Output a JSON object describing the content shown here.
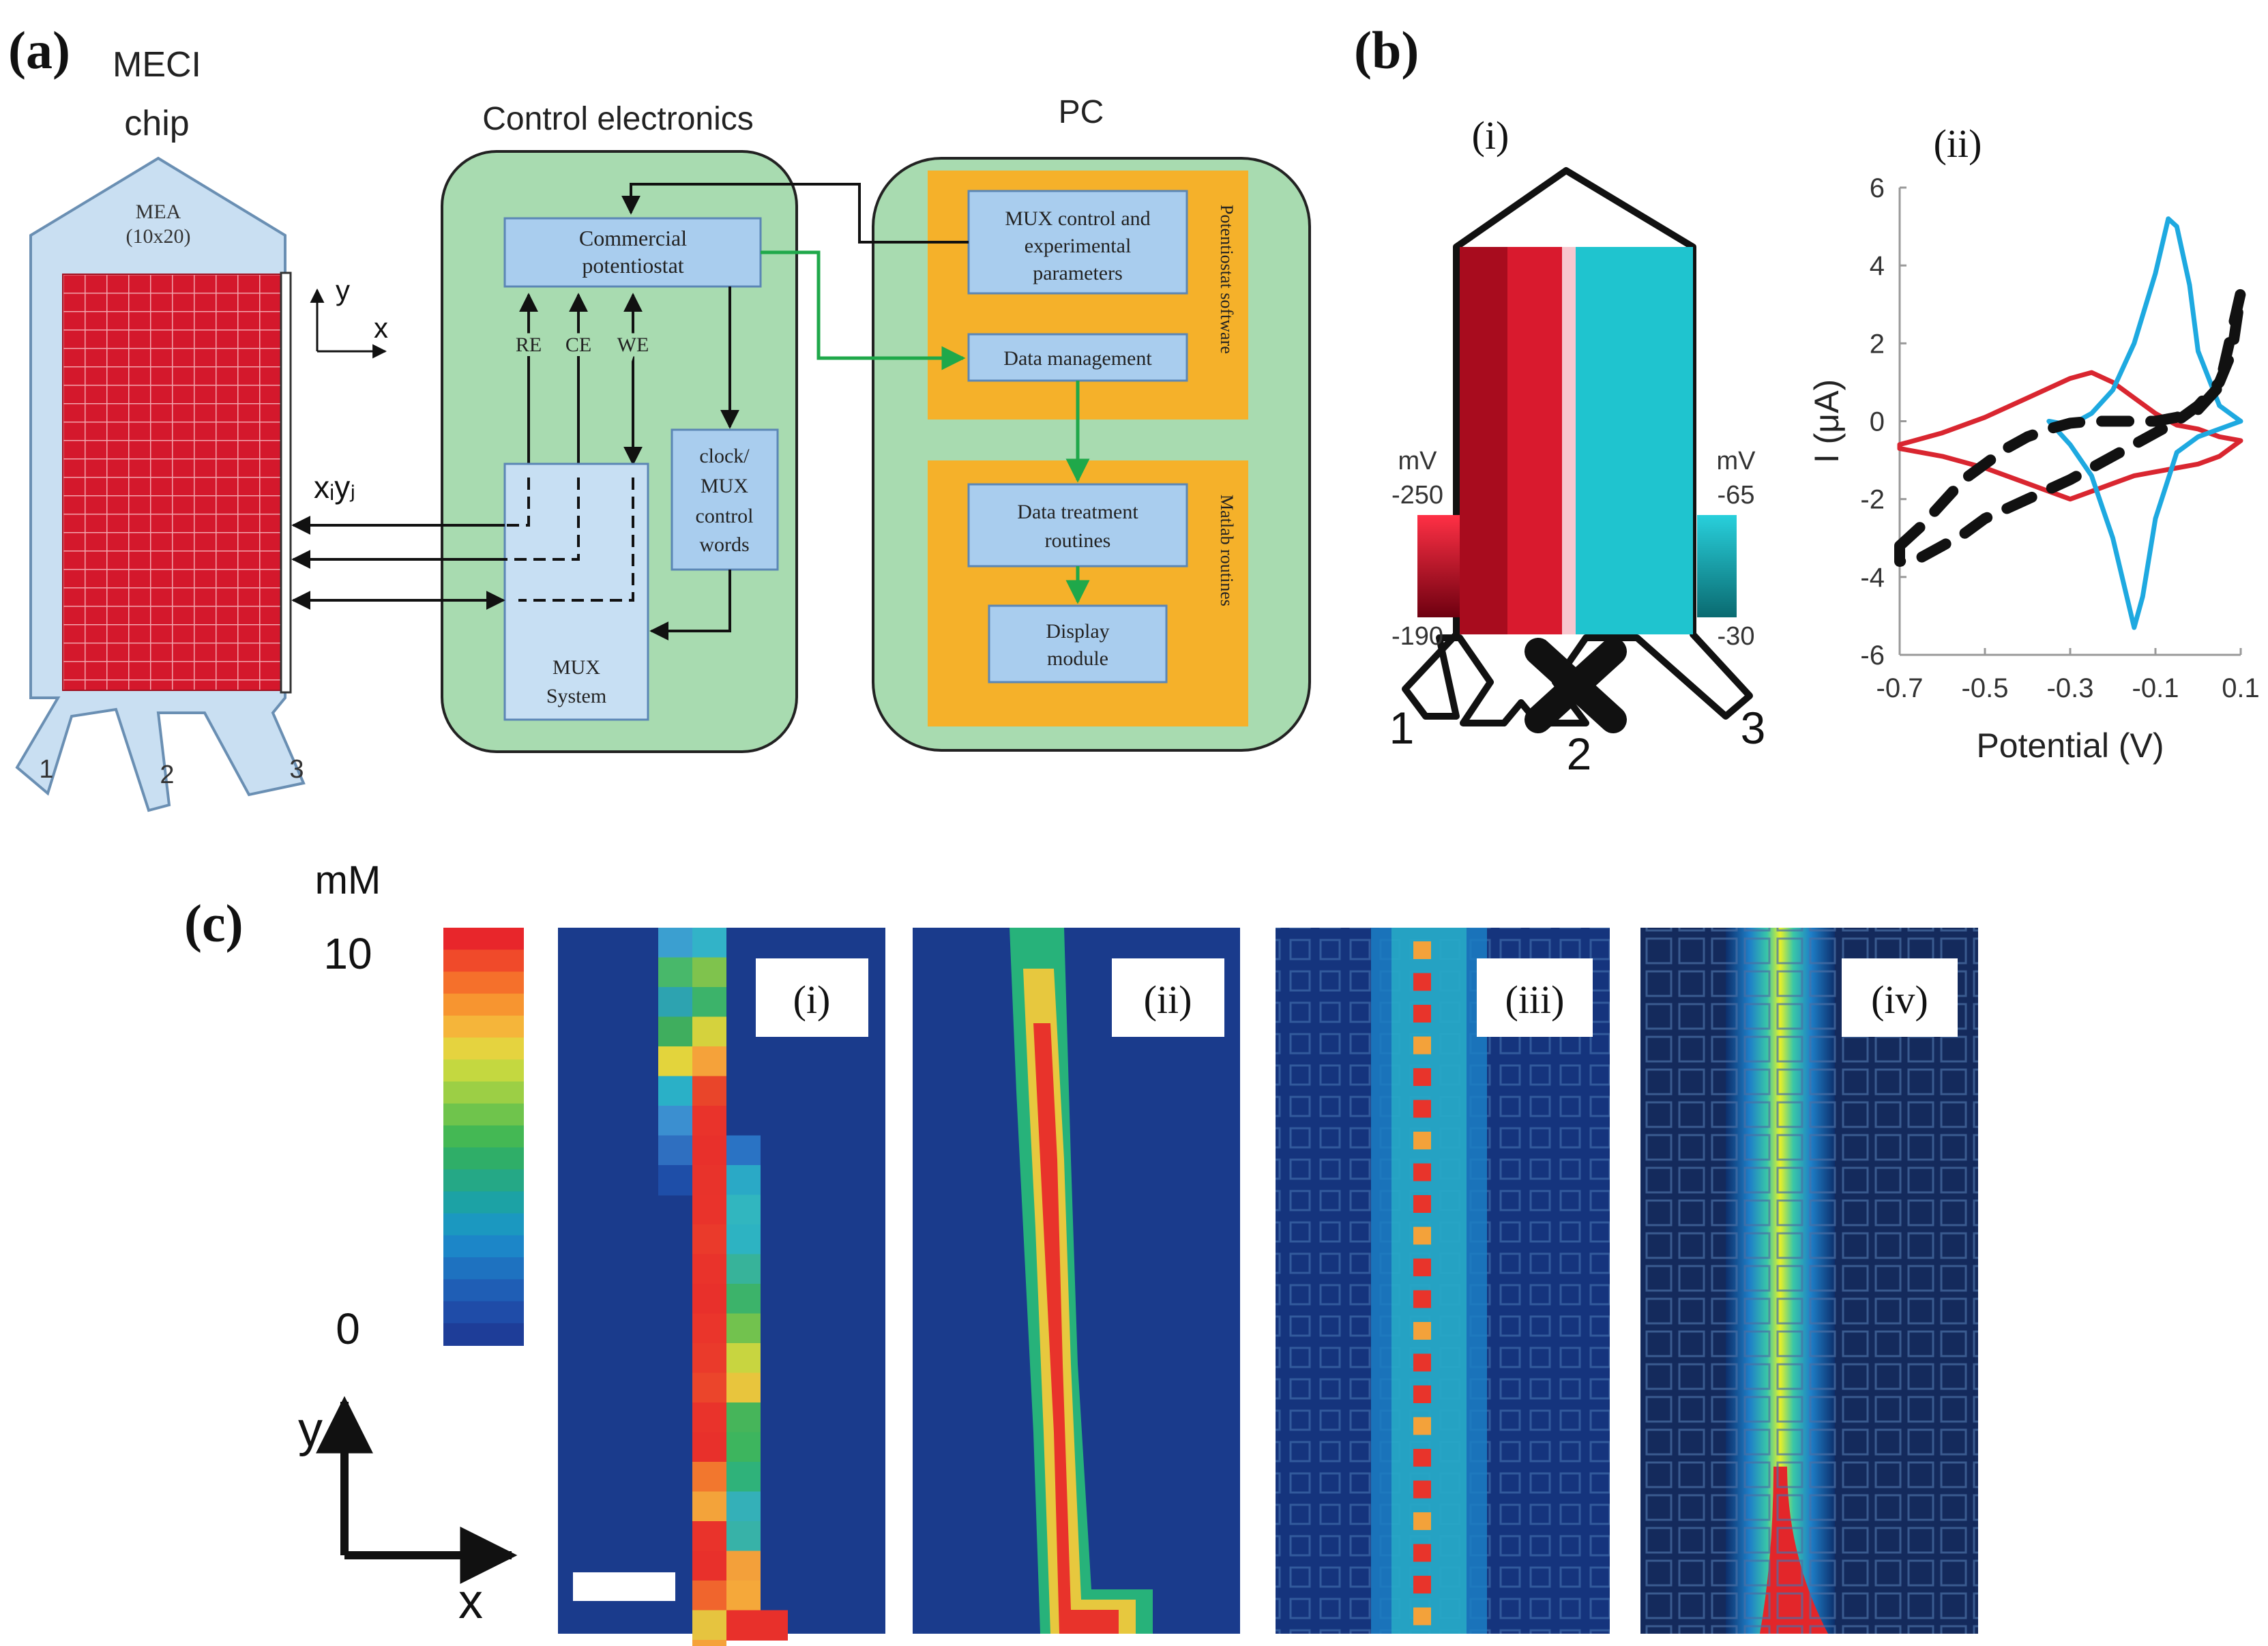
{
  "panels": {
    "a": {
      "label": "(a)",
      "chip_title_line1": "MECI",
      "chip_title_line2": "chip",
      "mea_line1": "MEA",
      "mea_line2": "(10x20)",
      "axis_y": "y",
      "axis_x": "x",
      "xy_label": "xᵢyⱼ",
      "ports": [
        "1",
        "2",
        "3"
      ],
      "control_title": "Control electronics",
      "pc_title": "PC",
      "potentiostat_line1": "Commercial",
      "potentiostat_line2": "potentiostat",
      "electrodes": [
        "RE",
        "CE",
        "WE"
      ],
      "clock_lines": [
        "clock/",
        "MUX",
        "control",
        "words"
      ],
      "mux_line1": "MUX",
      "mux_line2": "System",
      "mux_ctrl_lines": [
        "MUX control and",
        "experimental",
        "parameters"
      ],
      "data_mgmt": "Data management",
      "potentiostat_software": "Potentiostat software",
      "data_treat_line1": "Data treatment",
      "data_treat_line2": "routines",
      "display_line1": "Display",
      "display_line2": "module",
      "matlab_routines": "Matlab routines",
      "colors": {
        "chip": "#c9dff2",
        "grid": "#d4182c",
        "board": "#a8dbb0",
        "orange": "#f5b12a",
        "box": "#a9cdee",
        "arrow_green": "#1fa84a"
      }
    },
    "b": {
      "label": "(b)",
      "sub_i": "(i)",
      "sub_ii": "(ii)",
      "left_scale": {
        "unit": "mV",
        "top": "-250",
        "bottom": "-190"
      },
      "right_scale": {
        "unit": "mV",
        "top": "-65",
        "bottom": "-30"
      },
      "ports": [
        "1",
        "2",
        "3"
      ],
      "colors": {
        "red": "#e0172e",
        "cyan": "#1fc4cf"
      }
    },
    "c": {
      "label": "(c)",
      "unit": "mM",
      "scale_max": "10",
      "scale_min": "0",
      "axis_y": "y",
      "axis_x": "x",
      "subpanels": [
        "(i)",
        "(ii)",
        "(iii)",
        "(iv)"
      ]
    }
  },
  "chart_data": {
    "type": "line",
    "xlabel": "Potential (V)",
    "ylabel": "I (μA)",
    "xlim": [
      -0.7,
      0.1
    ],
    "ylim": [
      -6,
      6
    ],
    "xticks": [
      "-0.7",
      "-0.5",
      "-0.3",
      "-0.1",
      "0.1"
    ],
    "yticks": [
      "6",
      "4",
      "2",
      "0",
      "-2",
      "-4",
      "-6"
    ],
    "grid": false,
    "series": [
      {
        "color": "#d92630",
        "style": "solid",
        "x": [
          -0.7,
          -0.6,
          -0.5,
          -0.4,
          -0.3,
          -0.25,
          -0.2,
          -0.15,
          -0.1,
          -0.05,
          0.0,
          0.05,
          0.1,
          0.05,
          0.0,
          -0.05,
          -0.1,
          -0.15,
          -0.2,
          -0.25,
          -0.3,
          -0.35,
          -0.4,
          -0.5,
          -0.6,
          -0.7
        ],
        "y": [
          -0.6,
          -0.3,
          0.1,
          0.6,
          1.1,
          1.25,
          1.0,
          0.6,
          0.2,
          -0.1,
          -0.2,
          -0.4,
          -0.5,
          -0.9,
          -1.1,
          -1.2,
          -1.3,
          -1.4,
          -1.6,
          -1.8,
          -2.0,
          -1.8,
          -1.6,
          -1.2,
          -0.9,
          -0.7
        ]
      },
      {
        "color": "#1ea9e0",
        "style": "solid",
        "x": [
          -0.35,
          -0.3,
          -0.25,
          -0.2,
          -0.15,
          -0.1,
          -0.07,
          -0.05,
          -0.02,
          0.0,
          0.05,
          0.1,
          0.05,
          0.0,
          -0.05,
          -0.1,
          -0.13,
          -0.15,
          -0.2,
          -0.25,
          -0.3,
          -0.35
        ],
        "y": [
          0.0,
          -0.1,
          0.2,
          0.8,
          2.0,
          3.8,
          5.2,
          5.0,
          3.5,
          1.8,
          0.4,
          0.0,
          -0.2,
          -0.4,
          -0.8,
          -2.5,
          -4.5,
          -5.3,
          -3.0,
          -1.4,
          -0.6,
          0.0
        ]
      },
      {
        "color": "#111111",
        "style": "dashed",
        "x": [
          -0.7,
          -0.65,
          -0.6,
          -0.55,
          -0.5,
          -0.45,
          -0.4,
          -0.35,
          -0.3,
          -0.25,
          -0.2,
          -0.15,
          -0.1,
          -0.05,
          0.0,
          0.05,
          0.1,
          0.08,
          0.05,
          0.0,
          -0.05,
          -0.1,
          -0.2,
          -0.3,
          -0.4,
          -0.5,
          -0.55,
          -0.6,
          -0.65,
          -0.7
        ],
        "y": [
          -3.2,
          -2.7,
          -2.1,
          -1.5,
          -1.1,
          -0.7,
          -0.4,
          -0.2,
          -0.05,
          0.0,
          0.0,
          0.0,
          0.0,
          0.1,
          0.3,
          0.9,
          3.3,
          1.8,
          1.0,
          0.4,
          0.0,
          -0.3,
          -0.9,
          -1.5,
          -2.0,
          -2.5,
          -2.9,
          -3.2,
          -3.5,
          -3.6
        ]
      }
    ]
  }
}
